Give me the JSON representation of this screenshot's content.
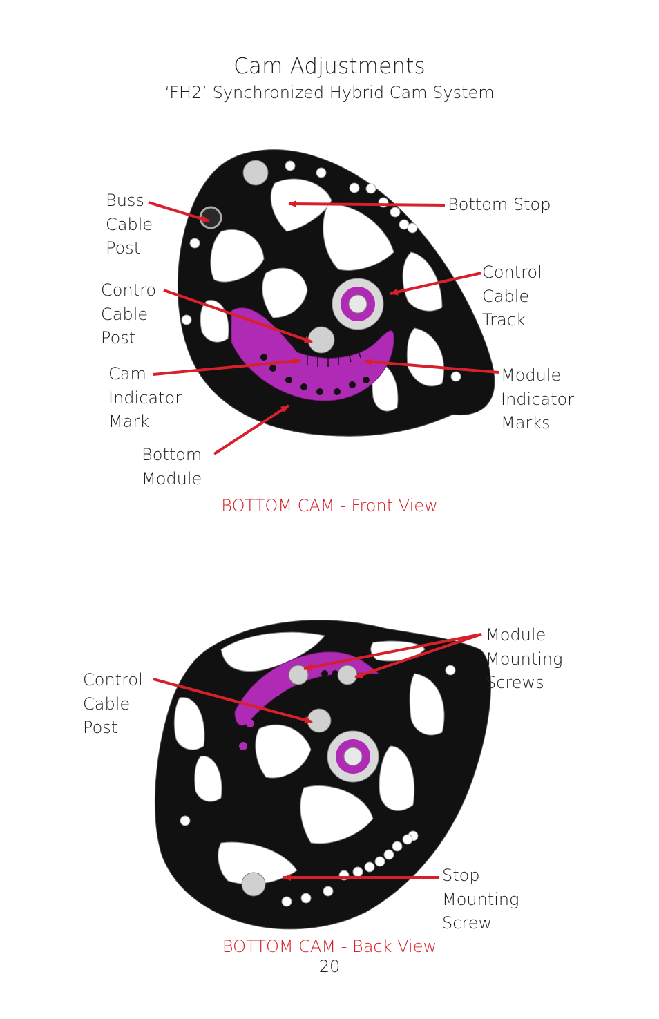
{
  "title": "Cam Adjustments",
  "subtitle": "‘FH2’ Synchronized Hybrid Cam System",
  "front_view": {
    "caption": "BOTTOM CAM - Front View",
    "labels": {
      "buss_cable_post": "Buss\nCable\nPost",
      "bottom_stop": "Bottom Stop",
      "control_cable_track": "Control\nCable\nTrack",
      "control_cable_post": "Contro\nCable\nPost",
      "cam_indicator_mark": "Cam\nIndicator\nMark",
      "module_indicator_marks": "Module\nIndicator\nMarks",
      "bottom_module": "Bottom\nModule"
    }
  },
  "back_view": {
    "caption": "BOTTOM CAM - Back View",
    "labels": {
      "control_cable_post": "Control\nCable\nPost",
      "module_mounting_screws": "Module\nMounting\nScrews",
      "stop_mounting_screw": "Stop\nMounting\nScrew"
    }
  },
  "page_number": "20",
  "colors": {
    "cam_body": "#111111",
    "module": "#b02bb5",
    "arrow": "#d8202a",
    "caption": "#d8202a"
  }
}
